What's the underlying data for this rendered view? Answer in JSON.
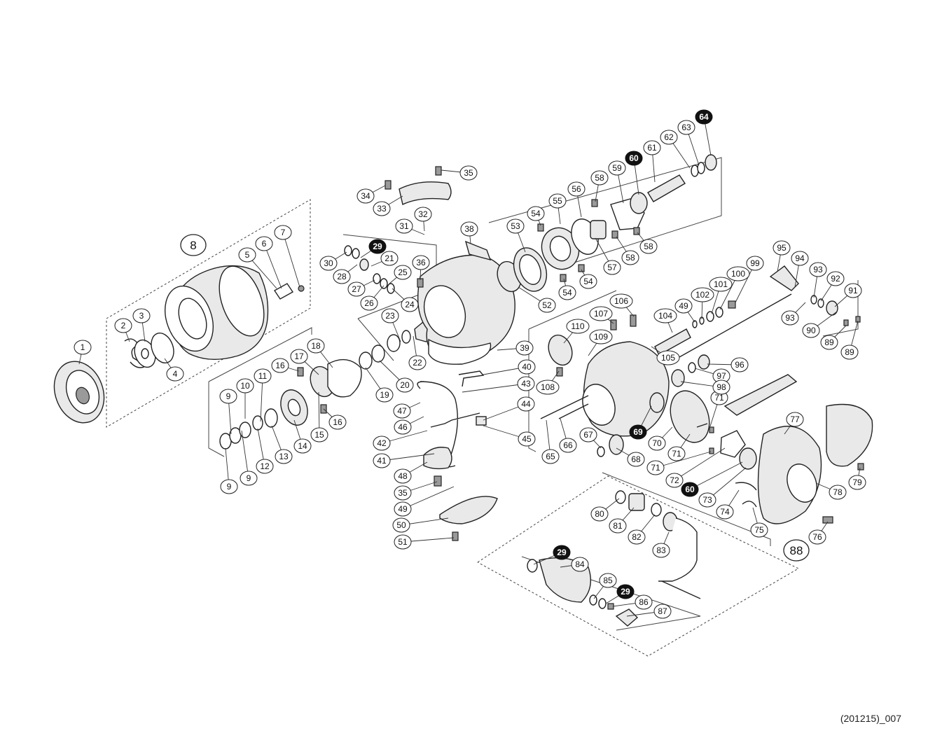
{
  "footer_code": "(201215)_007",
  "callouts": [
    {
      "n": "1"
    },
    {
      "n": "2"
    },
    {
      "n": "3"
    },
    {
      "n": "4"
    },
    {
      "n": "5"
    },
    {
      "n": "6"
    },
    {
      "n": "7"
    },
    {
      "n": "8",
      "big": true
    },
    {
      "n": "9"
    },
    {
      "n": "9"
    },
    {
      "n": "9"
    },
    {
      "n": "10"
    },
    {
      "n": "11"
    },
    {
      "n": "12"
    },
    {
      "n": "13"
    },
    {
      "n": "14"
    },
    {
      "n": "15"
    },
    {
      "n": "16"
    },
    {
      "n": "16"
    },
    {
      "n": "17"
    },
    {
      "n": "18"
    },
    {
      "n": "19"
    },
    {
      "n": "20"
    },
    {
      "n": "21"
    },
    {
      "n": "22"
    },
    {
      "n": "23"
    },
    {
      "n": "24"
    },
    {
      "n": "25"
    },
    {
      "n": "26"
    },
    {
      "n": "27"
    },
    {
      "n": "28"
    },
    {
      "n": "29",
      "hl": true
    },
    {
      "n": "30"
    },
    {
      "n": "31"
    },
    {
      "n": "32"
    },
    {
      "n": "33"
    },
    {
      "n": "34"
    },
    {
      "n": "35"
    },
    {
      "n": "36"
    },
    {
      "n": "38"
    },
    {
      "n": "39"
    },
    {
      "n": "40"
    },
    {
      "n": "41"
    },
    {
      "n": "42"
    },
    {
      "n": "43"
    },
    {
      "n": "44"
    },
    {
      "n": "45"
    },
    {
      "n": "46"
    },
    {
      "n": "47"
    },
    {
      "n": "48"
    },
    {
      "n": "35"
    },
    {
      "n": "49"
    },
    {
      "n": "50"
    },
    {
      "n": "51"
    },
    {
      "n": "52"
    },
    {
      "n": "53"
    },
    {
      "n": "54"
    },
    {
      "n": "54"
    },
    {
      "n": "54"
    },
    {
      "n": "55"
    },
    {
      "n": "56"
    },
    {
      "n": "57"
    },
    {
      "n": "58"
    },
    {
      "n": "58"
    },
    {
      "n": "58"
    },
    {
      "n": "59"
    },
    {
      "n": "60",
      "hl": true
    },
    {
      "n": "61"
    },
    {
      "n": "62"
    },
    {
      "n": "63"
    },
    {
      "n": "64",
      "hl": true
    },
    {
      "n": "65"
    },
    {
      "n": "66"
    },
    {
      "n": "67"
    },
    {
      "n": "68"
    },
    {
      "n": "69",
      "hl": true
    },
    {
      "n": "70"
    },
    {
      "n": "71"
    },
    {
      "n": "71"
    },
    {
      "n": "71"
    },
    {
      "n": "72"
    },
    {
      "n": "60",
      "hl": true
    },
    {
      "n": "73"
    },
    {
      "n": "74"
    },
    {
      "n": "75"
    },
    {
      "n": "76"
    },
    {
      "n": "77"
    },
    {
      "n": "78"
    },
    {
      "n": "79"
    },
    {
      "n": "80"
    },
    {
      "n": "81"
    },
    {
      "n": "82"
    },
    {
      "n": "83"
    },
    {
      "n": "29",
      "hl": true
    },
    {
      "n": "84"
    },
    {
      "n": "85"
    },
    {
      "n": "29",
      "hl": true
    },
    {
      "n": "86"
    },
    {
      "n": "87"
    },
    {
      "n": "88",
      "big": true
    },
    {
      "n": "89"
    },
    {
      "n": "89"
    },
    {
      "n": "90"
    },
    {
      "n": "91"
    },
    {
      "n": "92"
    },
    {
      "n": "93"
    },
    {
      "n": "93"
    },
    {
      "n": "94"
    },
    {
      "n": "95"
    },
    {
      "n": "96"
    },
    {
      "n": "97"
    },
    {
      "n": "98"
    },
    {
      "n": "99"
    },
    {
      "n": "100"
    },
    {
      "n": "101"
    },
    {
      "n": "102"
    },
    {
      "n": "49"
    },
    {
      "n": "104"
    },
    {
      "n": "105"
    },
    {
      "n": "106"
    },
    {
      "n": "107"
    },
    {
      "n": "108"
    },
    {
      "n": "109"
    },
    {
      "n": "110"
    }
  ]
}
